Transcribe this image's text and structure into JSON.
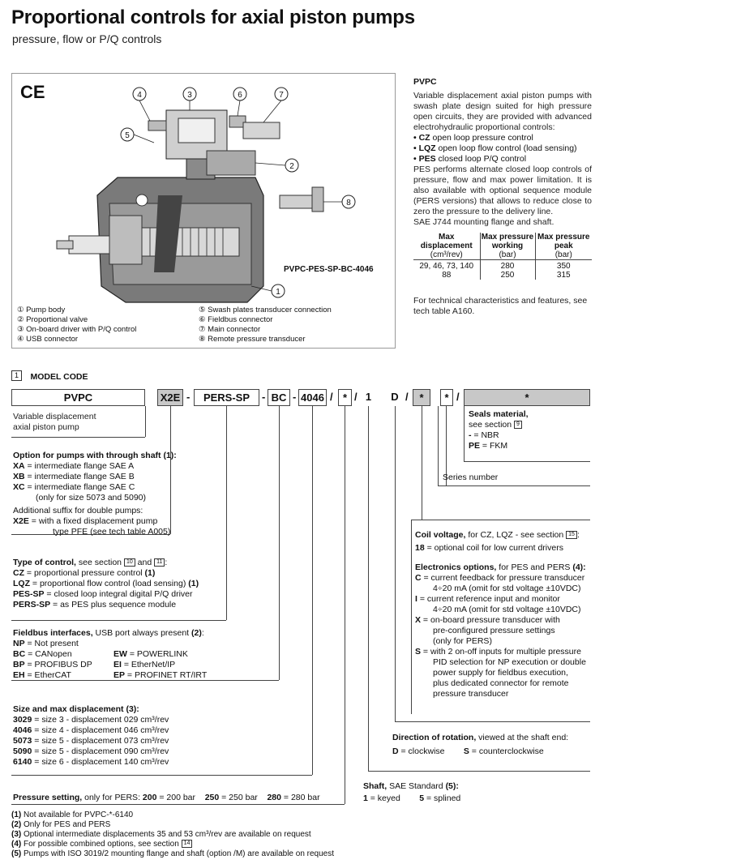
{
  "title": "Proportional controls for axial piston pumps",
  "subtitle": "pressure, flow or P/Q controls",
  "figure": {
    "ce_mark": "CE",
    "callouts": [
      "4",
      "3",
      "6",
      "7",
      "5",
      "2",
      "8",
      "1"
    ],
    "model_label": "PVPC-PES-SP-BC-4046",
    "legend_left": [
      "① Pump body",
      "② Proportional valve",
      "③ On-board driver with P/Q control",
      "④ USB connector"
    ],
    "legend_right": [
      "⑤ Swash plates transducer connection",
      "⑥ Fieldbus connector",
      "⑦ Main connector",
      "⑧ Remote pressure transducer"
    ]
  },
  "intro": {
    "heading": "PVPC",
    "para1": "Variable displacement axial piston pumps with swash plate design suited for high pressure open circuits, they are provided with advanced electrohydraulic proportional controls:",
    "bullets": [
      {
        "code": "• CZ",
        "text": "open loop pressure control"
      },
      {
        "code": "• LQZ",
        "text": "open loop flow control (load sensing)"
      },
      {
        "code": "• PES",
        "text": "closed loop P/Q control"
      }
    ],
    "para2": "PES performs alternate closed loop controls of pressure, flow and max power limitation. It is also available with optional sequence module (PERS versions) that allows to reduce close to zero the pressure to the delivery line.",
    "para3": "SAE J744 mounting flange and shaft.",
    "table": {
      "headers": [
        "Max displacement",
        "Max pressure working",
        "Max pressure peak"
      ],
      "units": [
        "(cm³/rev)",
        "(bar)",
        "(bar)"
      ],
      "rows": [
        [
          "29, 46, 73, 140",
          "280",
          "350"
        ],
        [
          "88",
          "250",
          "315"
        ]
      ]
    },
    "para4": "For technical characteristics and features, see tech table A160."
  },
  "model_code": {
    "section_num": "1",
    "heading": "MODEL CODE",
    "boxes": [
      "PVPC",
      "X2E",
      "PERS-SP",
      "BC",
      "4046",
      "*",
      "1",
      "D",
      "*",
      "*",
      "*"
    ],
    "seps": [
      "-",
      "-",
      "-",
      "/",
      "/",
      "/",
      "/"
    ],
    "pvpc_desc": [
      "Variable displacement",
      "axial piston pump"
    ],
    "through_shaft": {
      "title": "Option for pumps with through shaft (1):",
      "items": [
        [
          "XA",
          " = intermediate flange SAE A"
        ],
        [
          "XB",
          " = intermediate flange SAE B"
        ],
        [
          "XC",
          " = intermediate flange SAE C"
        ]
      ],
      "note": "(only for size 5073 and 5090)",
      "suffix_title": "Additional suffix for double pumps:",
      "suffix_code": "X2E",
      "suffix_text1": " = with a fixed displacement pump",
      "suffix_text2": "type PFE (see tech table A005)"
    },
    "control": {
      "title": "Type of control,",
      "title_rest": " see section ",
      "refs": [
        "10",
        "11"
      ],
      "items": [
        [
          "CZ",
          "   = proportional pressure control ",
          "(1)"
        ],
        [
          "LQZ",
          " = proportional flow control (load sensing) ",
          "(1)"
        ],
        [
          "PES-SP",
          "   = closed loop integral digital P/Q driver",
          ""
        ],
        [
          "PERS-SP",
          " = as PES plus sequence module",
          ""
        ]
      ]
    },
    "fieldbus": {
      "title": "Fieldbus interfaces,",
      "title_rest": " USB port always present ",
      "note": "(2)",
      "left": [
        [
          "NP",
          " = Not present"
        ],
        [
          "BC",
          " = CANopen"
        ],
        [
          "BP",
          " = PROFIBUS DP"
        ],
        [
          "EH",
          " = EtherCAT"
        ]
      ],
      "right": [
        [
          "EW",
          " = POWERLINK"
        ],
        [
          "EI",
          " = EtherNet/IP"
        ],
        [
          "EP",
          " = PROFINET RT/IRT"
        ]
      ]
    },
    "size": {
      "title": "Size and max displacement (3):",
      "items": [
        [
          "3029",
          " = size 3 - displacement 029 cm³/rev"
        ],
        [
          "4046",
          " = size 4 - displacement 046 cm³/rev"
        ],
        [
          "5073",
          " = size 5 - displacement 073 cm³/rev"
        ],
        [
          "5090",
          " = size 5 - displacement 090 cm³/rev"
        ],
        [
          "6140",
          " = size 6 - displacement 140 cm³/rev"
        ]
      ]
    },
    "pressure": {
      "title": "Pressure setting,",
      "rest": " only for PERS: ",
      "items": [
        [
          "200",
          " = 200 bar"
        ],
        [
          "250",
          " = 250 bar"
        ],
        [
          "280",
          " = 280 bar"
        ]
      ]
    },
    "seals": {
      "title": "Seals material,",
      "sub": "see section ",
      "ref": "9",
      "items": [
        [
          "-",
          "   = NBR"
        ],
        [
          "PE",
          " = FKM"
        ]
      ]
    },
    "series": "Series number",
    "coil": {
      "title": "Coil voltage,",
      "rest": " for CZ, LQZ - see section ",
      "ref": "15",
      "item_code": "18",
      "item_text": " = optional coil for low current drivers"
    },
    "electronics": {
      "title": "Electronics options,",
      "rest": " for PES and PERS ",
      "note": "(4):",
      "items": [
        [
          "C",
          " = current feedback for pressure transducer",
          "4÷20 mA (omit for std voltage ±10VDC)"
        ],
        [
          "I",
          " = current reference input and monitor",
          "4÷20 mA (omit for std voltage ±10VDC)"
        ],
        [
          "X",
          " = on-board pressure transducer with",
          "pre-configured pressure settings",
          "(only for PERS)"
        ],
        [
          "S",
          " = with 2 on-off inputs for multiple pressure",
          "PID selection for NP execution or double",
          "power supply for fieldbus execution,",
          "plus dedicated connector for remote",
          "pressure transducer"
        ]
      ]
    },
    "rotation": {
      "title": "Direction of rotation,",
      "rest": " viewed at the shaft end:",
      "items": [
        [
          "D",
          " = clockwise"
        ],
        [
          "S",
          " = counterclockwise"
        ]
      ]
    },
    "shaft": {
      "title": "Shaft,",
      "rest": " SAE Standard ",
      "note": "(5):",
      "items": [
        [
          "1",
          " = keyed"
        ],
        [
          "5",
          " = splined"
        ]
      ]
    }
  },
  "footnotes": [
    [
      "(1)",
      " Not available for PVPC-*-6140"
    ],
    [
      "(2)",
      " Only for PES and PERS"
    ],
    [
      "(3)",
      " Optional intermediate displacements 35 and 53 cm³/rev are available on request"
    ],
    [
      "(4)",
      " For possible combined options, see section "
    ],
    [
      "(5)",
      " Pumps with ISO 3019/2 mounting flange and shaft (option /M) are available on request"
    ]
  ],
  "footnote4_ref": "14"
}
